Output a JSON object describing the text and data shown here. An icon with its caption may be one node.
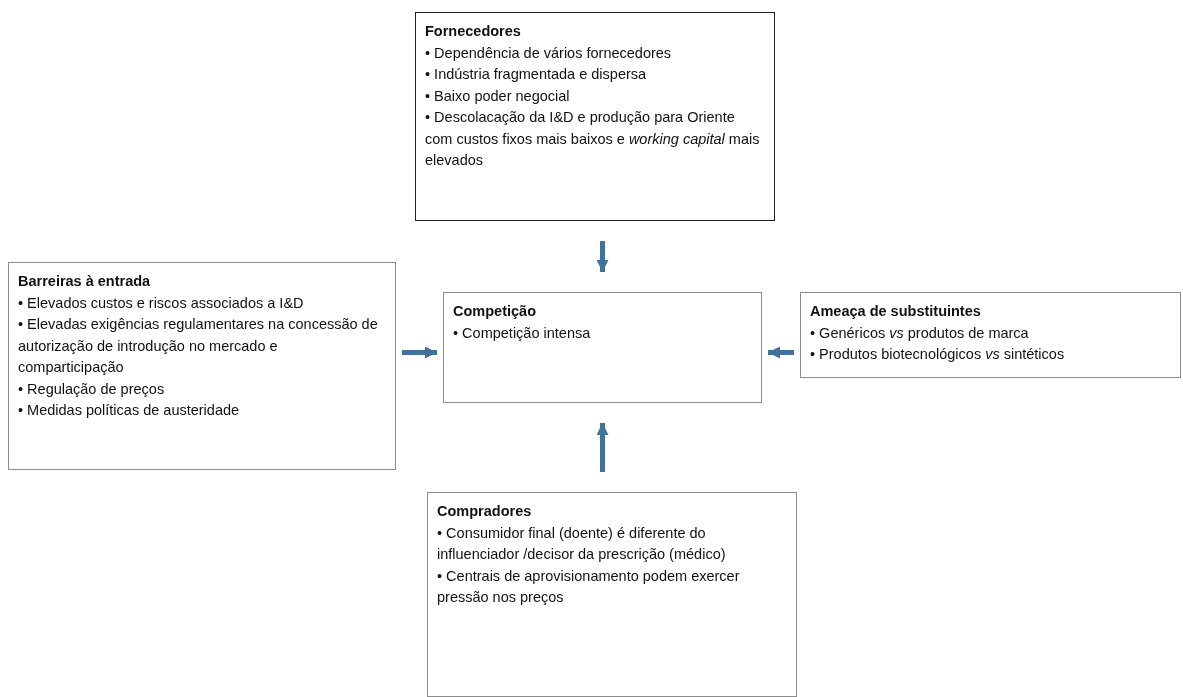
{
  "diagram": {
    "nodes": [
      {
        "text": [
          "Fornecedores",
          "• Dependência de vários fornecedores",
          "• Indústria fragmentada e dispersa",
          "• Baixo poder negocial",
          "• Descolacação da I&D e produção para Oriente com custos fixos mais baixos e *working capital* mais elevados"
        ]
      },
      {
        "text": [
          "Barreiras à entrada",
          "•  Elevados custos e riscos associados a I&D",
          "• Elevadas exigências regulamentares na concessão de autorização de introdução no mercado e comparticipação",
          "• Regulação de preços",
          "• Medidas políticas de austeridade"
        ]
      },
      {
        "text": [
          "Competição",
          "• Competição intensa"
        ]
      },
      {
        "text": [
          "Ameaça de substituintes",
          "• Genéricos *vs* produtos de marca",
          "• Produtos biotecnológicos *vs* sintéticos"
        ]
      },
      {
        "text": [
          "Compradores",
          "• Consumidor final  (doente) é diferente do influenciador /decisor da prescrição (médico)",
          "• Centrais de aprovisionamento  podem exercer pressão nos preços"
        ]
      }
    ],
    "edges": [
      {
        "from": 0,
        "to": 2,
        "arrow": "to"
      },
      {
        "from": 1,
        "to": 2,
        "arrow": "to"
      },
      {
        "from": 3,
        "to": 2,
        "arrow": "to"
      },
      {
        "from": 4,
        "to": 2,
        "arrow": "to"
      }
    ]
  }
}
